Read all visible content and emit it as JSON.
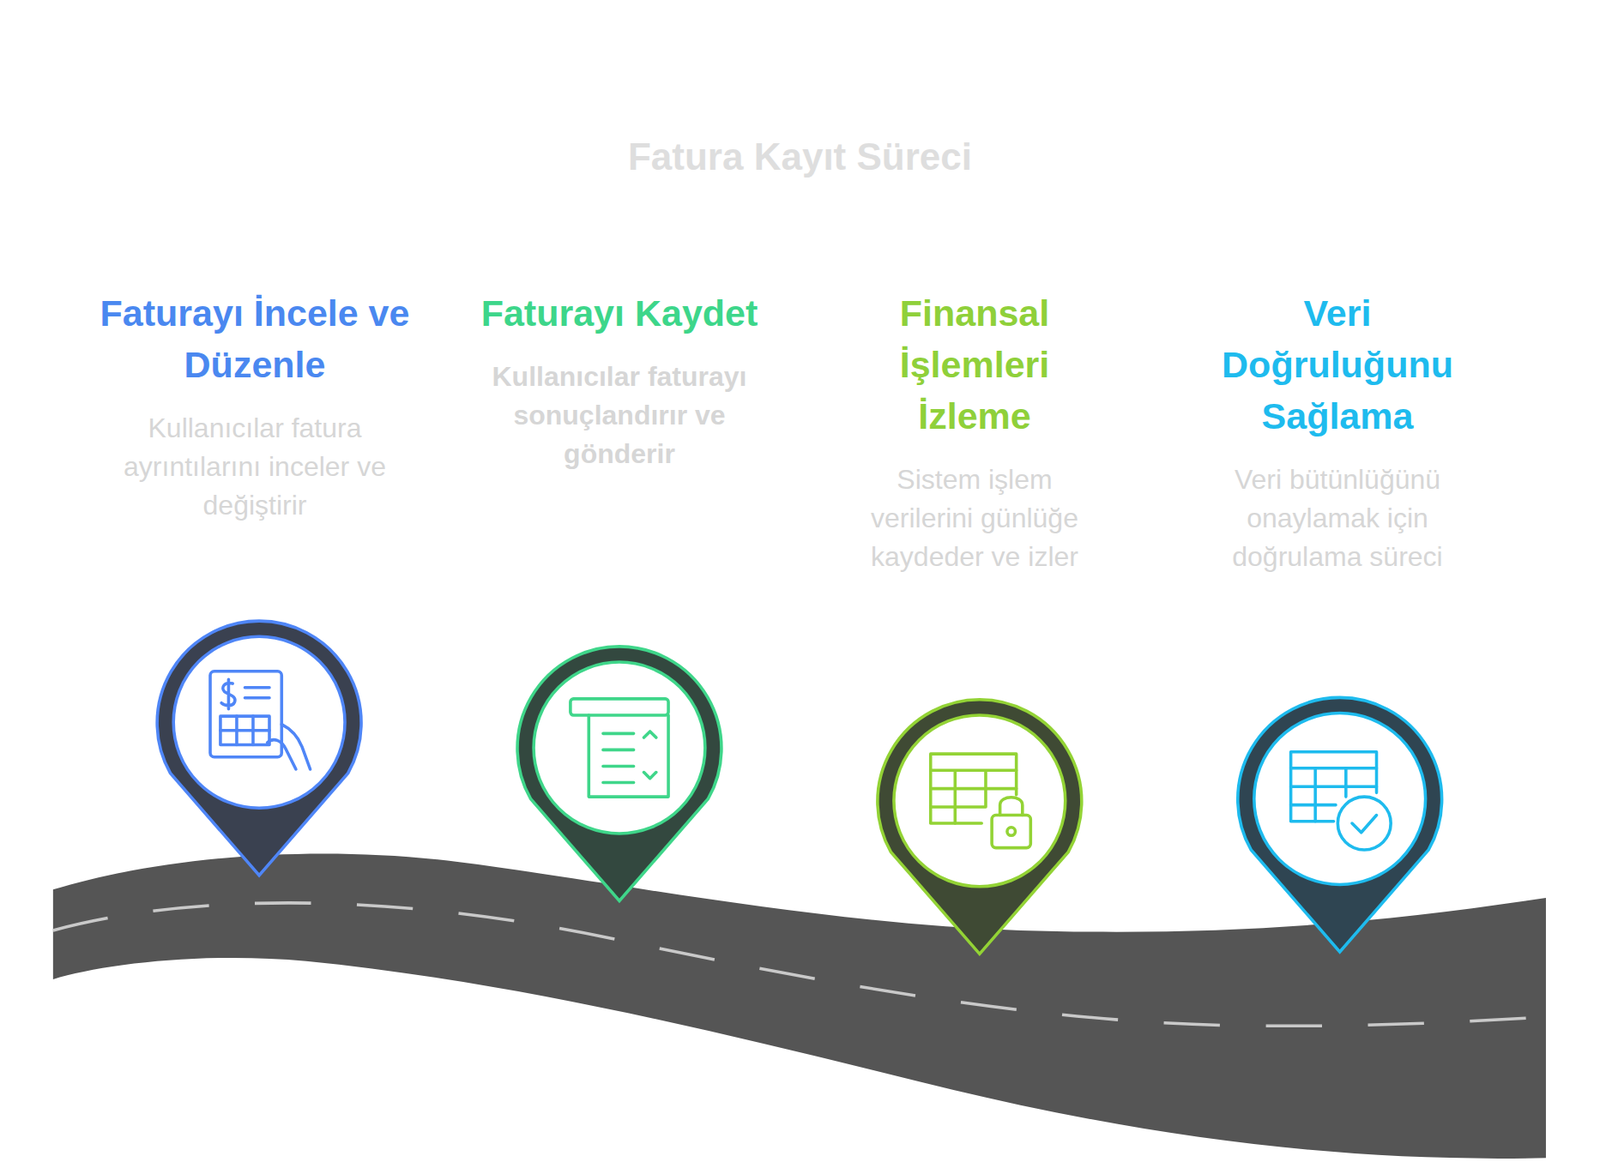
{
  "diagram": {
    "title": "Fatura Kayıt Süreci",
    "nodes": [
      {
        "text": [
          "Faturayı İncele ve Düzenle",
          "Kullanıcılar fatura ayrıntılarını inceler ve değiştirir"
        ]
      },
      {
        "text": [
          "Faturayı Kaydet",
          "Kullanıcılar faturayı sonuçlandırır ve gönderir"
        ]
      },
      {
        "text": [
          "Finansal İşlemleri İzleme",
          "Sistem işlem verilerini günlüğe kaydeder ve izler"
        ]
      },
      {
        "text": [
          "Veri Doğruluğunu Sağlama",
          "Veri bütünlüğünü onaylamak için doğrulama süreci"
        ]
      }
    ]
  }
}
